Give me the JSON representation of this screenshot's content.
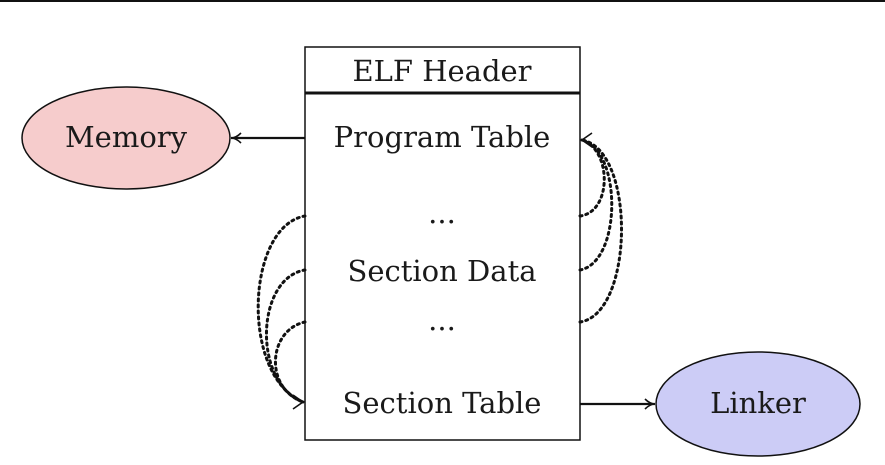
{
  "diagram": {
    "box": {
      "header": "ELF Header",
      "rows": {
        "program_table": "Program Table",
        "dots_upper": "...",
        "section_data": "Section Data",
        "dots_lower": "...",
        "section_table": "Section Table"
      }
    },
    "nodes": {
      "memory": {
        "label": "Memory",
        "fill": "#f6cccc"
      },
      "linker": {
        "label": "Linker",
        "fill": "#ccccf6"
      }
    },
    "edges": [
      {
        "from": "Program Table",
        "to": "Memory",
        "style": "solid"
      },
      {
        "from": "Section Table",
        "to": "Linker",
        "style": "solid"
      }
    ],
    "colors": {
      "stroke": "#111111",
      "top_rule": "#111111"
    }
  }
}
